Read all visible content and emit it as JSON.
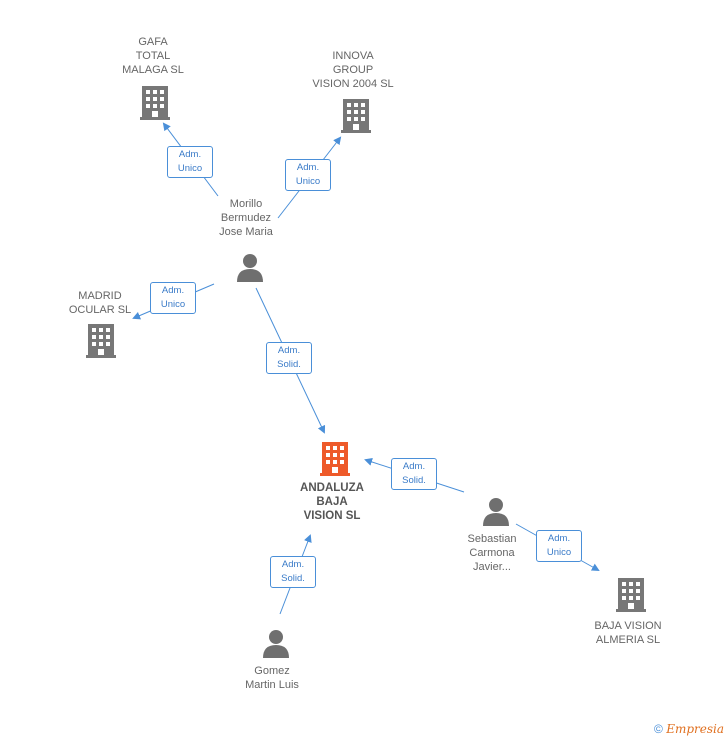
{
  "nodes": {
    "gafa": "GAFA\nTOTAL\nMALAGA SL",
    "innova": "INNOVA\nGROUP\nVISION 2004 SL",
    "morillo": "Morillo\nBermudez\nJose Maria",
    "madrid": "MADRID\nOCULAR  SL",
    "andaluza": "ANDALUZA\nBAJA\nVISION SL",
    "sebastian": "Sebastian\nCarmona\nJavier...",
    "baja_almeria": "BAJA VISION\nALMERIA SL",
    "gomez": "Gomez\nMartin Luis"
  },
  "edges": {
    "morillo_gafa": "Adm.\nUnico",
    "morillo_innova": "Adm.\nUnico",
    "morillo_madrid": "Adm.\nUnico",
    "morillo_andaluza": "Adm.\nSolid.",
    "sebastian_andaluza": "Adm.\nSolid.",
    "sebastian_almeria": "Adm.\nUnico",
    "gomez_andaluza": "Adm.\nSolid."
  },
  "colors": {
    "building": "#777777",
    "main_building": "#ee5a2a",
    "person": "#6f6f6f",
    "edge": "#4a8fd8"
  },
  "footer": {
    "copyright": "©",
    "brand": "Empresia"
  }
}
